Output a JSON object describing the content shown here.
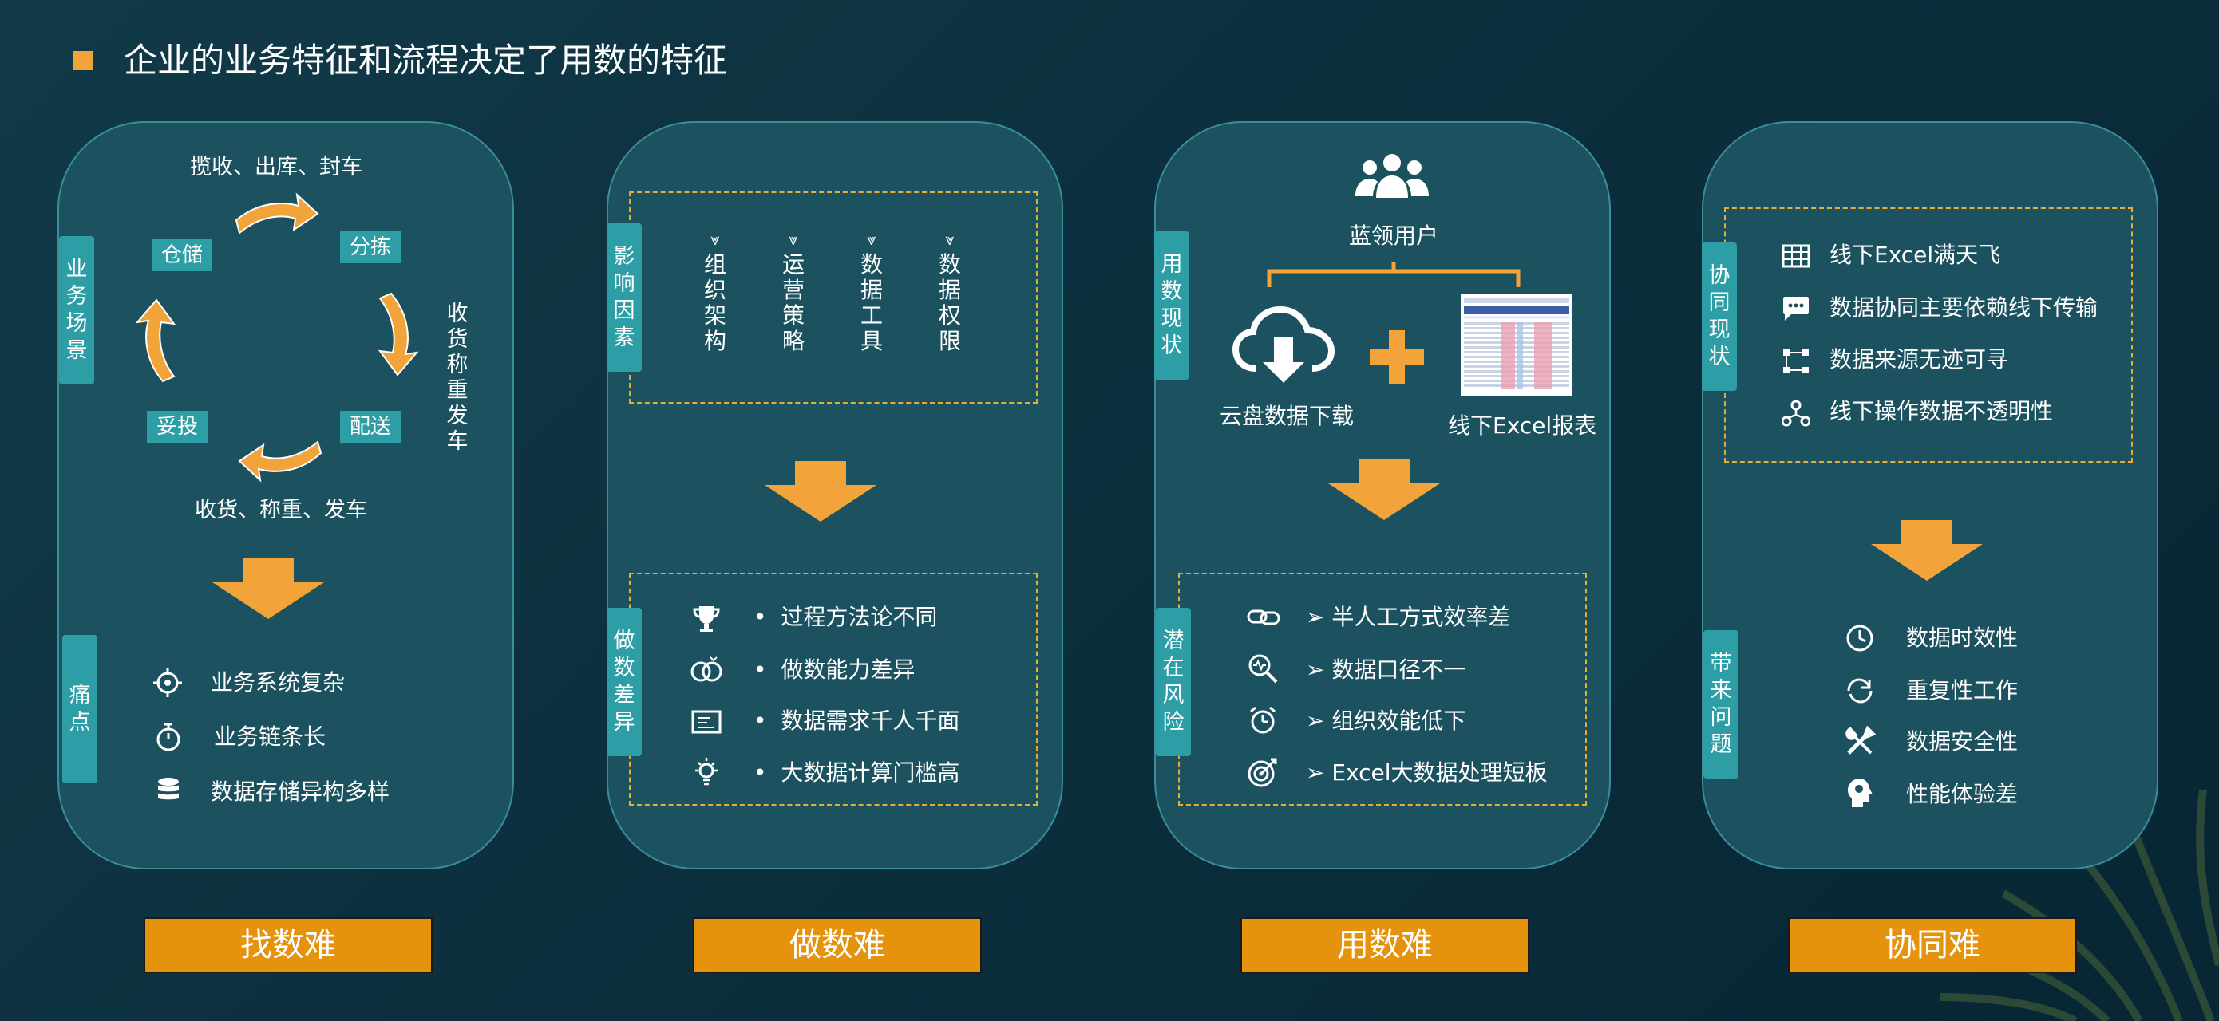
{
  "page": {
    "title": "企业的业务特征和流程决定了用数的特征"
  },
  "colors": {
    "accent": "#f2a33a",
    "teal_tag": "#2e9ea6",
    "card_bg": "#1c5260",
    "bottom_button": "#e5920d"
  },
  "card1": {
    "tag_scene": [
      "业",
      "务",
      "场",
      "景"
    ],
    "cycle": {
      "top_label": "揽收、出库、封车",
      "right_label": [
        "收货",
        "称重",
        "发车"
      ],
      "bottom_label": "收货、称重、发车",
      "node_storage": "仓储",
      "node_sort": "分拣",
      "node_deliver": "配送",
      "node_drop": "妥投"
    },
    "tag_pain": [
      "痛",
      "点"
    ],
    "pains": [
      {
        "icon": "target-icon",
        "text": "业务系统复杂"
      },
      {
        "icon": "stopwatch-icon",
        "text": "业务链条长"
      },
      {
        "icon": "database-icon",
        "text": "数据存储异构多样"
      }
    ],
    "button": "找数难"
  },
  "card2": {
    "tag_factors": [
      "影",
      "响",
      "因",
      "素"
    ],
    "factors": [
      [
        "组",
        "织",
        "架",
        "构"
      ],
      [
        "运",
        "营",
        "策",
        "略"
      ],
      [
        "数",
        "据",
        "工",
        "具"
      ],
      [
        "数",
        "据",
        "权",
        "限"
      ]
    ],
    "tag_diff": [
      "做",
      "数",
      "差",
      "异"
    ],
    "diffs": [
      {
        "icon": "trophy-icon",
        "text": "过程方法论不同"
      },
      {
        "icon": "rings-icon",
        "text": "做数能力差异"
      },
      {
        "icon": "card-icon",
        "text": "数据需求千人千面"
      },
      {
        "icon": "bulb-icon",
        "text": "大数据计算门槛高"
      }
    ],
    "button": "做数难"
  },
  "card3": {
    "tag_status": [
      "用",
      "数",
      "现",
      "状"
    ],
    "users_label": "蓝领用户",
    "cloud_label": "云盘数据下载",
    "excel_label": "线下Excel报表",
    "tag_risk": [
      "潜",
      "在",
      "风",
      "险"
    ],
    "risks": [
      {
        "icon": "pills-icon",
        "text": "半人工方式效率差"
      },
      {
        "icon": "magnifier-icon",
        "text": "数据口径不一"
      },
      {
        "icon": "alarm-clock-icon",
        "text": "组织效能低下"
      },
      {
        "icon": "target-arrow-icon",
        "text": "Excel大数据处理短板"
      }
    ],
    "button": "用数难"
  },
  "card4": {
    "tag_status": [
      "协",
      "同",
      "现",
      "状"
    ],
    "status_items": [
      {
        "icon": "table-icon",
        "text": "线下Excel满天飞"
      },
      {
        "icon": "chat-icon",
        "text": "数据协同主要依赖线下传输"
      },
      {
        "icon": "flow-icon",
        "text": "数据来源无迹可寻"
      },
      {
        "icon": "network-icon",
        "text": "线下操作数据不透明性"
      }
    ],
    "tag_problem": [
      "带",
      "来",
      "问",
      "题"
    ],
    "problems": [
      {
        "icon": "clock-icon",
        "text": "数据时效性"
      },
      {
        "icon": "refresh-icon",
        "text": "重复性工作"
      },
      {
        "icon": "tools-icon",
        "text": "数据安全性"
      },
      {
        "icon": "head-gear-icon",
        "text": "性能体验差"
      }
    ],
    "button": "协同难"
  }
}
